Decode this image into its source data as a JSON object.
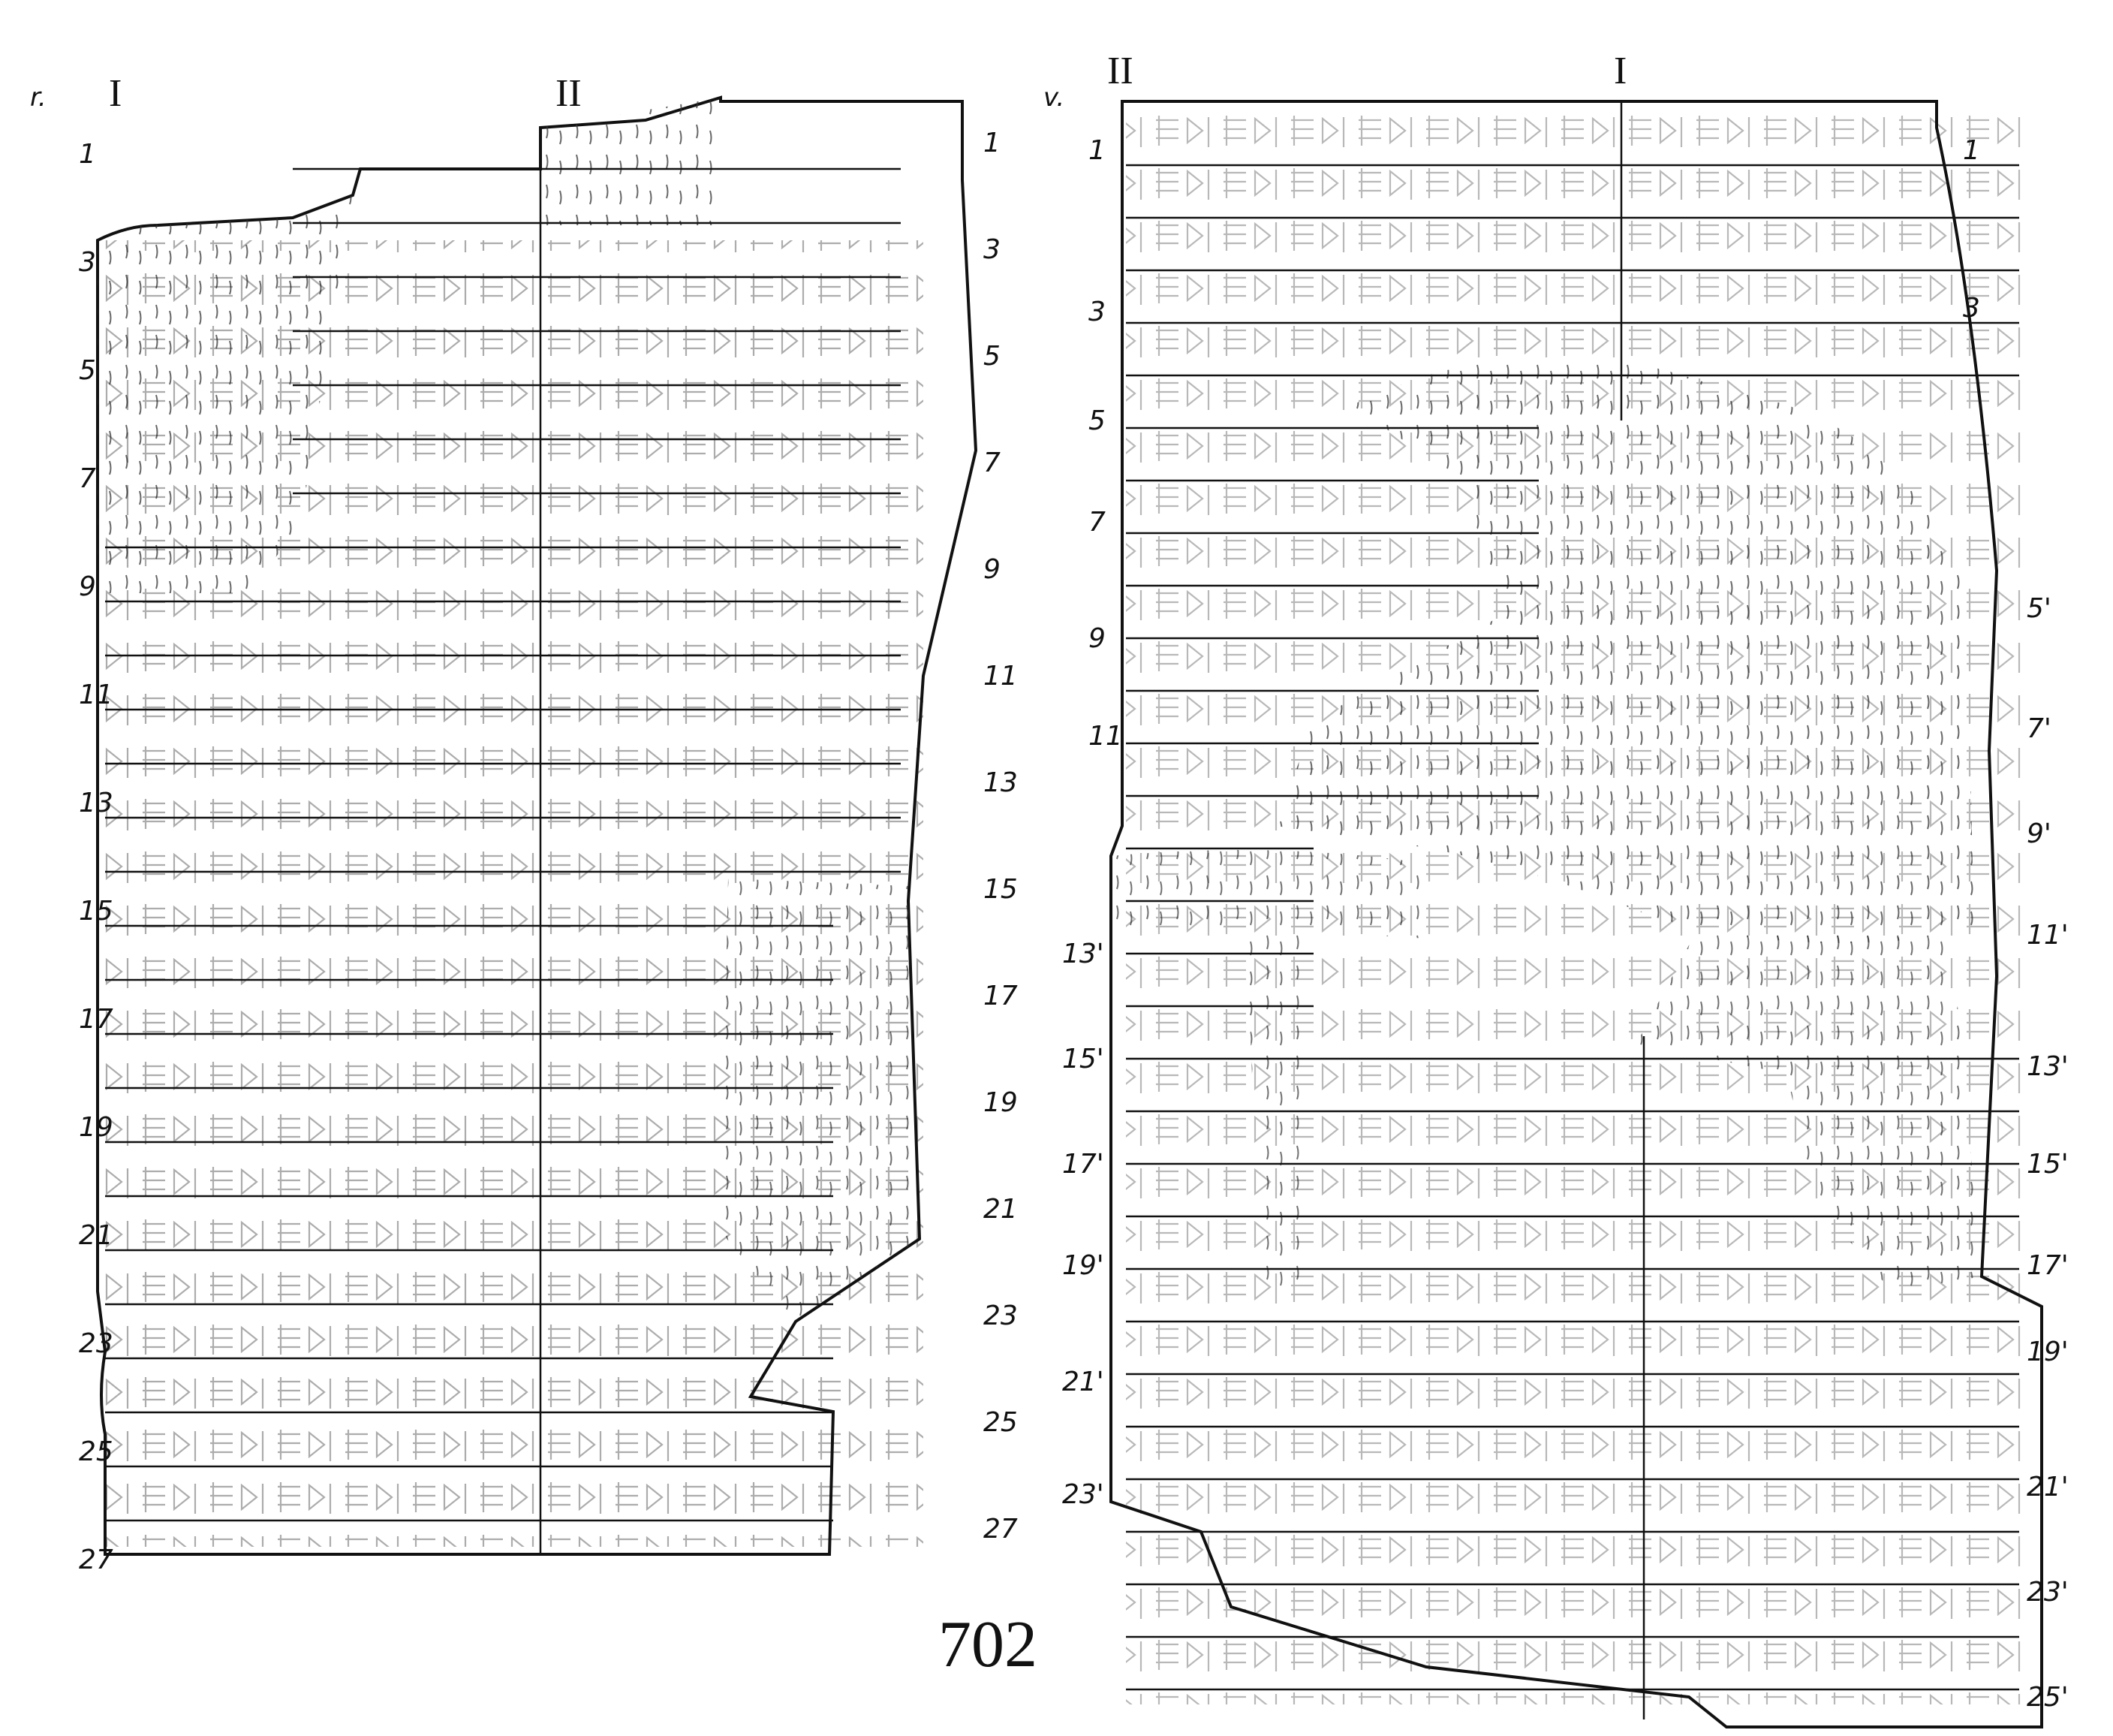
{
  "page_number": "702",
  "obverse": {
    "side_label": "r.",
    "column_headings": [
      "I",
      "II"
    ],
    "col1_line_numbers": [
      "1",
      "3",
      "5",
      "7",
      "9",
      "11",
      "13",
      "15",
      "17",
      "19",
      "21",
      "23",
      "25",
      "27"
    ],
    "col2_line_numbers": [
      "1",
      "3",
      "5",
      "7",
      "9",
      "11",
      "13",
      "15",
      "17",
      "19",
      "21",
      "23",
      "25",
      "27"
    ]
  },
  "reverse": {
    "side_label": "v.",
    "column_headings": [
      "II",
      "I"
    ],
    "col2_line_numbers": [
      "1",
      "3",
      "5",
      "7",
      "9",
      "11",
      "13'",
      "15'",
      "17'",
      "19'",
      "21'",
      "23'"
    ],
    "col1_line_numbers": [
      "1",
      "3",
      "5'",
      "7'",
      "9'",
      "11'",
      "13'",
      "15'",
      "17'",
      "19'",
      "21'",
      "23'",
      "25'"
    ]
  }
}
